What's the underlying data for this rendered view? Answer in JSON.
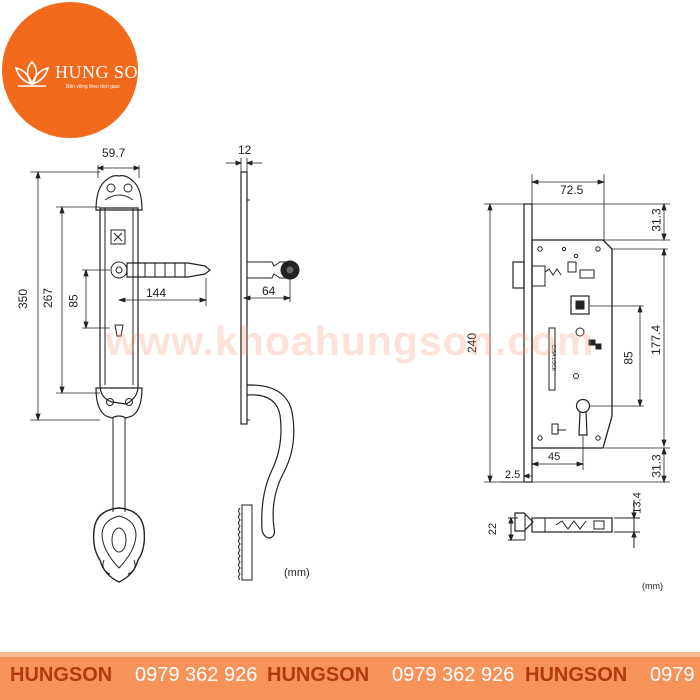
{
  "logo": {
    "name": "HUNG SON",
    "tagline": "Bền vững theo thời gian",
    "color": "#f26a1b"
  },
  "watermark": "www.khoahungson.com",
  "dimensions": {
    "handle_width": "59.7",
    "total_height": "350",
    "hole_spacing": "267",
    "spindle_height": "85",
    "lever_length": "144",
    "plate_thickness": "12",
    "lever_projection": "64",
    "backset": "72.5",
    "top_offset": "31.3",
    "case_height": "240",
    "upper_span": "177.4",
    "cylinder_distance": "85",
    "bottom_offset": "31.3",
    "faceplate_offset": "2.5",
    "cylinder_backset": "45",
    "latch_height": "22",
    "latch_projection": "13.4"
  },
  "units": {
    "left": "(mm)",
    "right": "(mm)"
  },
  "footer": {
    "brand": "HUNGSON",
    "phone": "0979 362 926",
    "bg_color": "#f6925a",
    "brand_color": "#b23a10"
  }
}
